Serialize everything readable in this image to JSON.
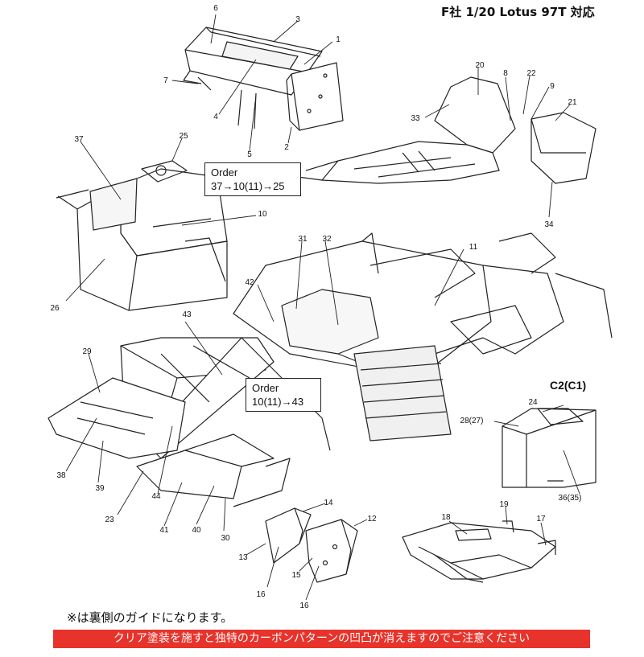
{
  "header": {
    "title": "F社 1/20  Lotus 97T  対応"
  },
  "orders": [
    {
      "heading": "Order",
      "sequence": "37→10(11)→25"
    },
    {
      "heading": "Order",
      "sequence": "10(11)→43"
    }
  ],
  "c2_label": "C2(C1)",
  "part_labels": [
    "1",
    "2",
    "3",
    "4",
    "5",
    "6",
    "7",
    "8",
    "9",
    "10",
    "11",
    "12",
    "13",
    "14",
    "15",
    "16",
    "16",
    "17",
    "18",
    "19",
    "20",
    "21",
    "22",
    "23",
    "24",
    "25",
    "26",
    "28(27)",
    "29",
    "30",
    "31",
    "32",
    "33",
    "34",
    "36(35)",
    "37",
    "38",
    "39",
    "40",
    "41",
    "42",
    "43",
    "44"
  ],
  "footer": {
    "note": "※は裏側のガイドになります。",
    "warning": "クリア塗装を施すと独特のカーボンパターンの凹凸が消えますのでご注意ください"
  },
  "colors": {
    "warning_bg": "#e7332b",
    "warning_text": "#ffffff",
    "line": "#111111"
  }
}
